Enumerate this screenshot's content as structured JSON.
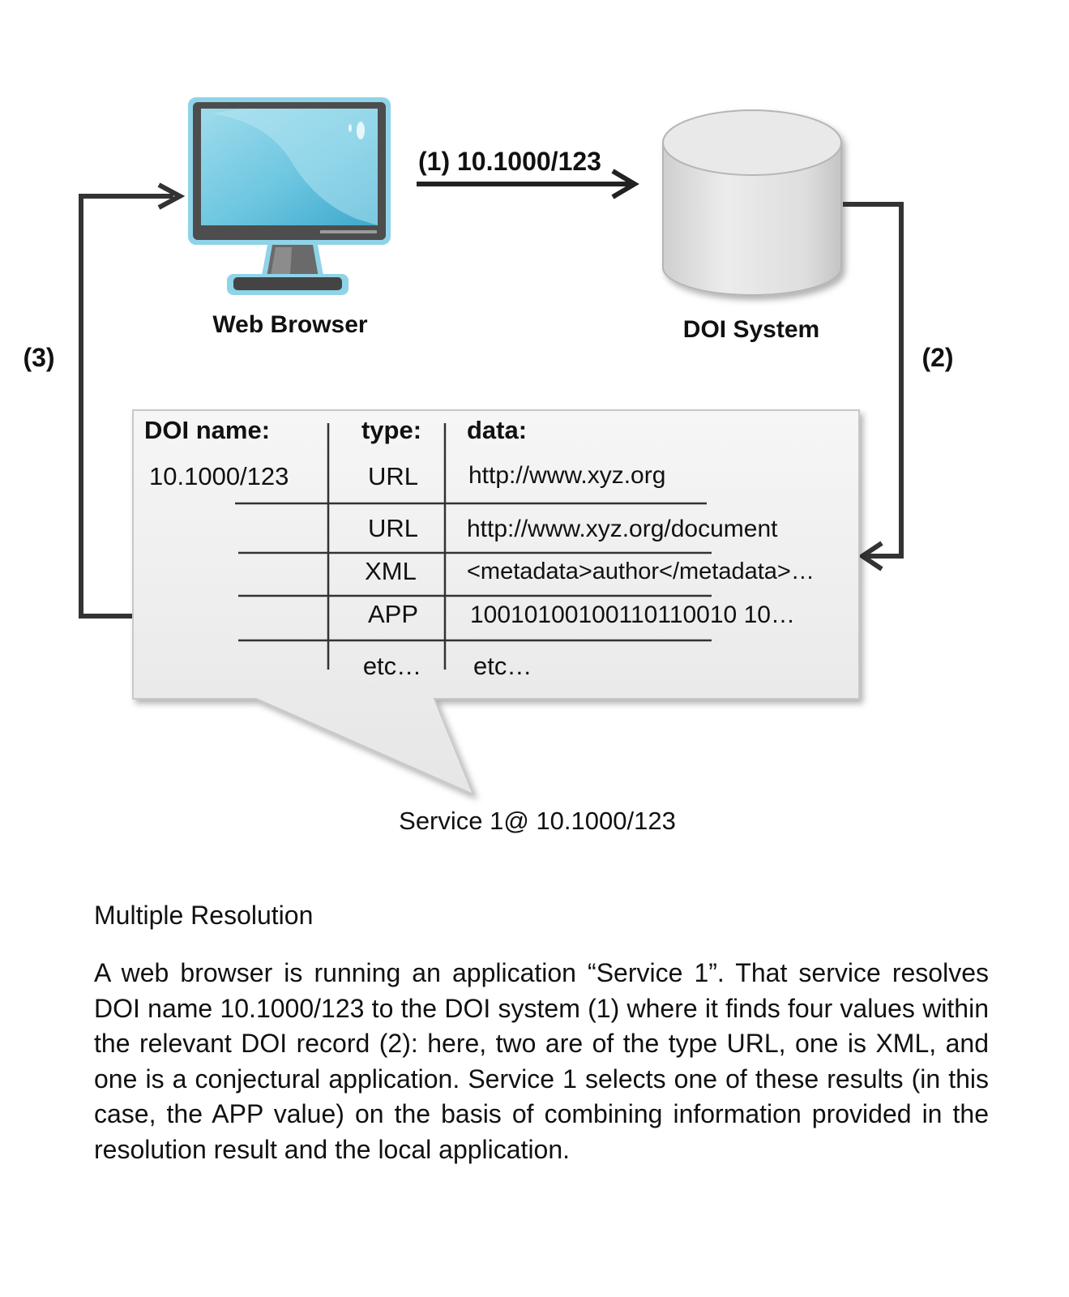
{
  "nodes": {
    "browser_label": "Web Browser",
    "doi_label": "DOI System"
  },
  "arrows": {
    "step1": "(1) 10.1000/123",
    "step2": "(2)",
    "step3": "(3)"
  },
  "record": {
    "headers": {
      "name": "DOI name:",
      "type": "type:",
      "data": "data:"
    },
    "doi_name": "10.1000/123",
    "rows": [
      {
        "type": "URL",
        "data": "http://www.xyz.org"
      },
      {
        "type": "URL",
        "data": "http://www.xyz.org/document"
      },
      {
        "type": "XML",
        "data": "<metadata>author</metadata>…"
      },
      {
        "type": "APP",
        "data": "10010100100110110010 10…"
      },
      {
        "type": "etc…",
        "data": "etc…"
      }
    ]
  },
  "service_label": "Service 1@ 10.1000/123",
  "caption": {
    "title": "Multiple Resolution",
    "body": "A web browser is running an application “Service 1”. That service resolves DOI name 10.1000/123 to the DOI system (1) where it finds four values within the relevant DOI record (2): here, two are of the type URL, one is XML, and one is a conjectural application. Service 1 selects one of these results (in this case, the APP value) on the basis of combining information provided in the resolution result and the local application."
  }
}
